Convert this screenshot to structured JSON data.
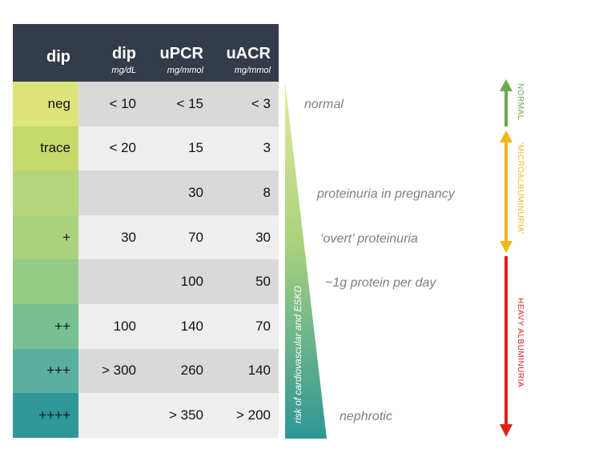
{
  "header": [
    {
      "title": "dip",
      "unit": ""
    },
    {
      "title": "dip",
      "unit": "mg/dL"
    },
    {
      "title": "uPCR",
      "unit": "mg/mmol"
    },
    {
      "title": "uACR",
      "unit": "mg/mmol"
    }
  ],
  "rows": [
    {
      "dip": "neg",
      "dip_mg": "< 10",
      "upcr": "< 15",
      "uacr": "< 3",
      "color": "#dde57a"
    },
    {
      "dip": "trace",
      "dip_mg": "< 20",
      "upcr": "15",
      "uacr": "3",
      "color": "#c6da6c"
    },
    {
      "dip": "",
      "dip_mg": "",
      "upcr": "30",
      "uacr": "8",
      "color": "#b5d57c"
    },
    {
      "dip": "+",
      "dip_mg": "30",
      "upcr": "70",
      "uacr": "30",
      "color": "#a8d27e"
    },
    {
      "dip": "",
      "dip_mg": "",
      "upcr": "100",
      "uacr": "50",
      "color": "#94cb84"
    },
    {
      "dip": "++",
      "dip_mg": "100",
      "upcr": "140",
      "uacr": "70",
      "color": "#78bf92"
    },
    {
      "dip": "+++",
      "dip_mg": "> 300",
      "upcr": "260",
      "uacr": "140",
      "color": "#5aaf9e"
    },
    {
      "dip": "++++",
      "dip_mg": "",
      "upcr": "> 350",
      "uacr": "> 200",
      "color": "#2f9798"
    }
  ],
  "annotations": {
    "normal": "normal",
    "pregnancy": "proteinuria in pregnancy",
    "overt": "‘overt’ proteinuria",
    "per_day": "~1g protein per day",
    "nephrotic": "nephrotic"
  },
  "risk_label": "risk of cardiovascular and ESKD",
  "categories": {
    "normal": "NORMAL",
    "micro": "‘MICROALBUMINURIA’",
    "heavy": "HEAVY ALBUMINURIA"
  },
  "colors": {
    "header_bg": "#343c49",
    "normal": "#6aa84f",
    "micro": "#f1b718",
    "heavy": "#e0201b",
    "wedge_top": "#e2ea9a",
    "wedge_bottom": "#2e9696"
  }
}
